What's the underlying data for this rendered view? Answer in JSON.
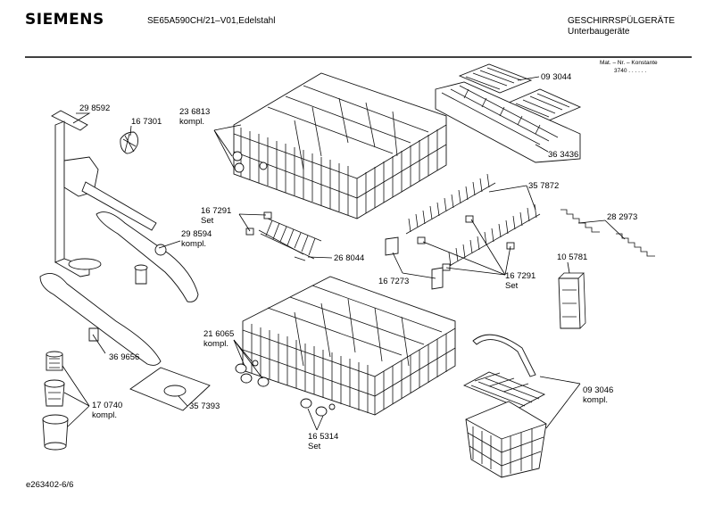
{
  "header": {
    "brand": "SIEMENS",
    "model": "SE65A590CH/21–V01,Edelstahl",
    "category": "GESCHIRRSPÜLGERÄTE",
    "subcategory": "Unterbaugeräte",
    "mat_label": "Mat. – Nr. – Konstante",
    "mat_value": "3740 . . . . . ."
  },
  "footer": {
    "document_id": "e263402-6/6"
  },
  "parts": {
    "p298592": "29 8592",
    "p167301": "16 7301",
    "p236813": "23 6813",
    "p236813_sub": "kompl.",
    "p093044": "09 3044",
    "p363436": "36 3436",
    "p357872": "35 7872",
    "p167291a": "16 7291",
    "p167291a_sub": "Set",
    "p298594": "29 8594",
    "p298594_sub": "kompl.",
    "p268044": "26 8044",
    "p282973": "28 2973",
    "p167273": "16 7273",
    "p167291b": "16 7291",
    "p167291b_sub": "Set",
    "p105781": "10 5781",
    "p216065": "21 6065",
    "p216065_sub": "kompl.",
    "p369656": "36 9656",
    "p093046": "09 3046",
    "p093046_sub": "kompl.",
    "p170740": "17 0740",
    "p170740_sub": "kompl.",
    "p357393": "35 7393",
    "p165314": "16 5314",
    "p165314_sub": "Set"
  }
}
